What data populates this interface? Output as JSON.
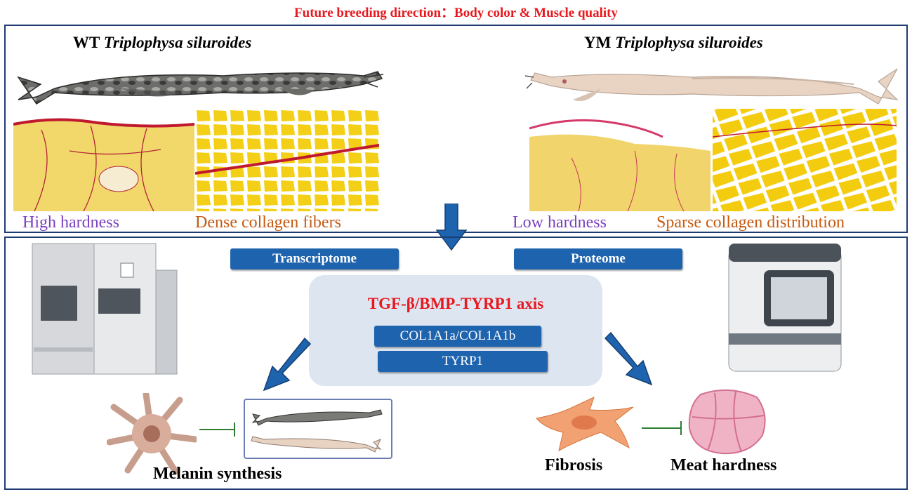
{
  "title": "Future breeding direction：Body color & Muscle quality",
  "top_panel": {
    "wt": {
      "prefix": "WT",
      "species": "Triplophysa siluroides",
      "caption_left": "High hardness",
      "caption_right": "Dense collagen fibers"
    },
    "ym": {
      "prefix": "YM",
      "species": "Triplophysa siluroides",
      "caption_left": "Low hardness",
      "caption_right": "Sparse collagen distribution"
    }
  },
  "bottom_panel": {
    "transcriptome": "Transcriptome",
    "proteome": "Proteome",
    "axis": "TGF-β/BMP-TYRP1 axis",
    "gene1": "COL1A1a/COL1A1b",
    "gene2": "TYRP1",
    "melanin": "Melanin synthesis",
    "fibrosis": "Fibrosis",
    "meat": "Meat hardness"
  },
  "colors": {
    "title_red": "#e8191e",
    "panel_border": "#1f3b73",
    "button_blue": "#1e63ad",
    "center_box": "#dde5f1",
    "caption_purple": "#7b3fbf",
    "caption_orange": "#c55a11",
    "inhibit_green": "#2e7d32",
    "tissue_yellow": "#f2cf1e",
    "tissue_red": "#c0182e"
  }
}
